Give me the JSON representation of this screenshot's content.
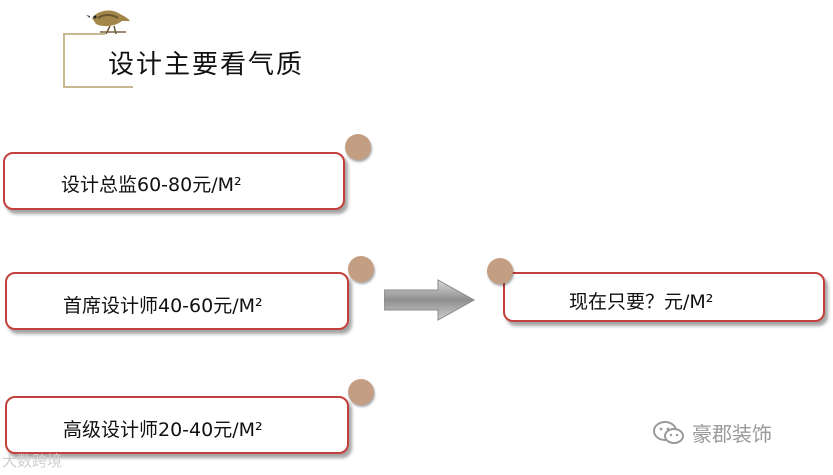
{
  "title": "设计主要看气质",
  "items": [
    {
      "label": "设计总监60-80元/M²"
    },
    {
      "label": "首席设计师40-60元/M²"
    },
    {
      "label": "高级设计师20-40元/M²"
    }
  ],
  "result": {
    "label": "现在只要？元/M²"
  },
  "watermark": {
    "label": "豪郡装饰",
    "icon": "wechat-icon"
  },
  "corner_mark": "大数跨境",
  "colors": {
    "card_border": "#c4403c",
    "pin": "#c49e82",
    "title_frame": "#c9b992",
    "arrow": "#9a9a9a"
  }
}
